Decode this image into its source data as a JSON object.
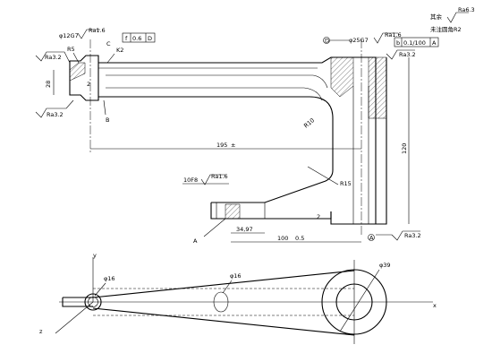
{
  "notes": {
    "rest_roughness": "其余",
    "rest_ra": "Ra6.3",
    "fillet_note": "未注圆角R2"
  },
  "tolerances": {
    "bore_left_dia": "φ12G7",
    "bore_left_ra": "Ra1.6",
    "flatness_symbol": "f",
    "flatness_value": "0.6",
    "flatness_datum": "D",
    "bore_right_dia": "φ25G7",
    "bore_right_ra": "Ra1.6",
    "perp_symbol": "b",
    "perp_value": "0.1/100",
    "perp_datum": "A",
    "datum_d": "D",
    "datum_a": "A",
    "slot_dia": "10F8",
    "slot_ra": "Ra1.6"
  },
  "dimensions": {
    "r5": "R5",
    "k2": "K2",
    "c_label": "C",
    "ra32_left_top": "Ra3.2",
    "ra32_left_bottom": "Ra3.2",
    "ra32_right_top": "Ra3.2",
    "ra32_bottom": "Ra3.2",
    "dim_28": "28",
    "dim_2": "2",
    "b_label": "B",
    "r10": "R10",
    "dim_195": "195",
    "dim_120": "120",
    "r15": "R15",
    "a_label": "A",
    "dim_34_97": "34,97",
    "dim_100": "100",
    "dim_0_5": "0.5",
    "dim_2_small": "2",
    "dim_tol_mark": "±"
  },
  "iso_view": {
    "axis_y": "y",
    "axis_x": "x",
    "axis_z": "z",
    "dia_16_left": "φ16",
    "dia_16_mid": "φ16",
    "dia_39": "φ39"
  }
}
